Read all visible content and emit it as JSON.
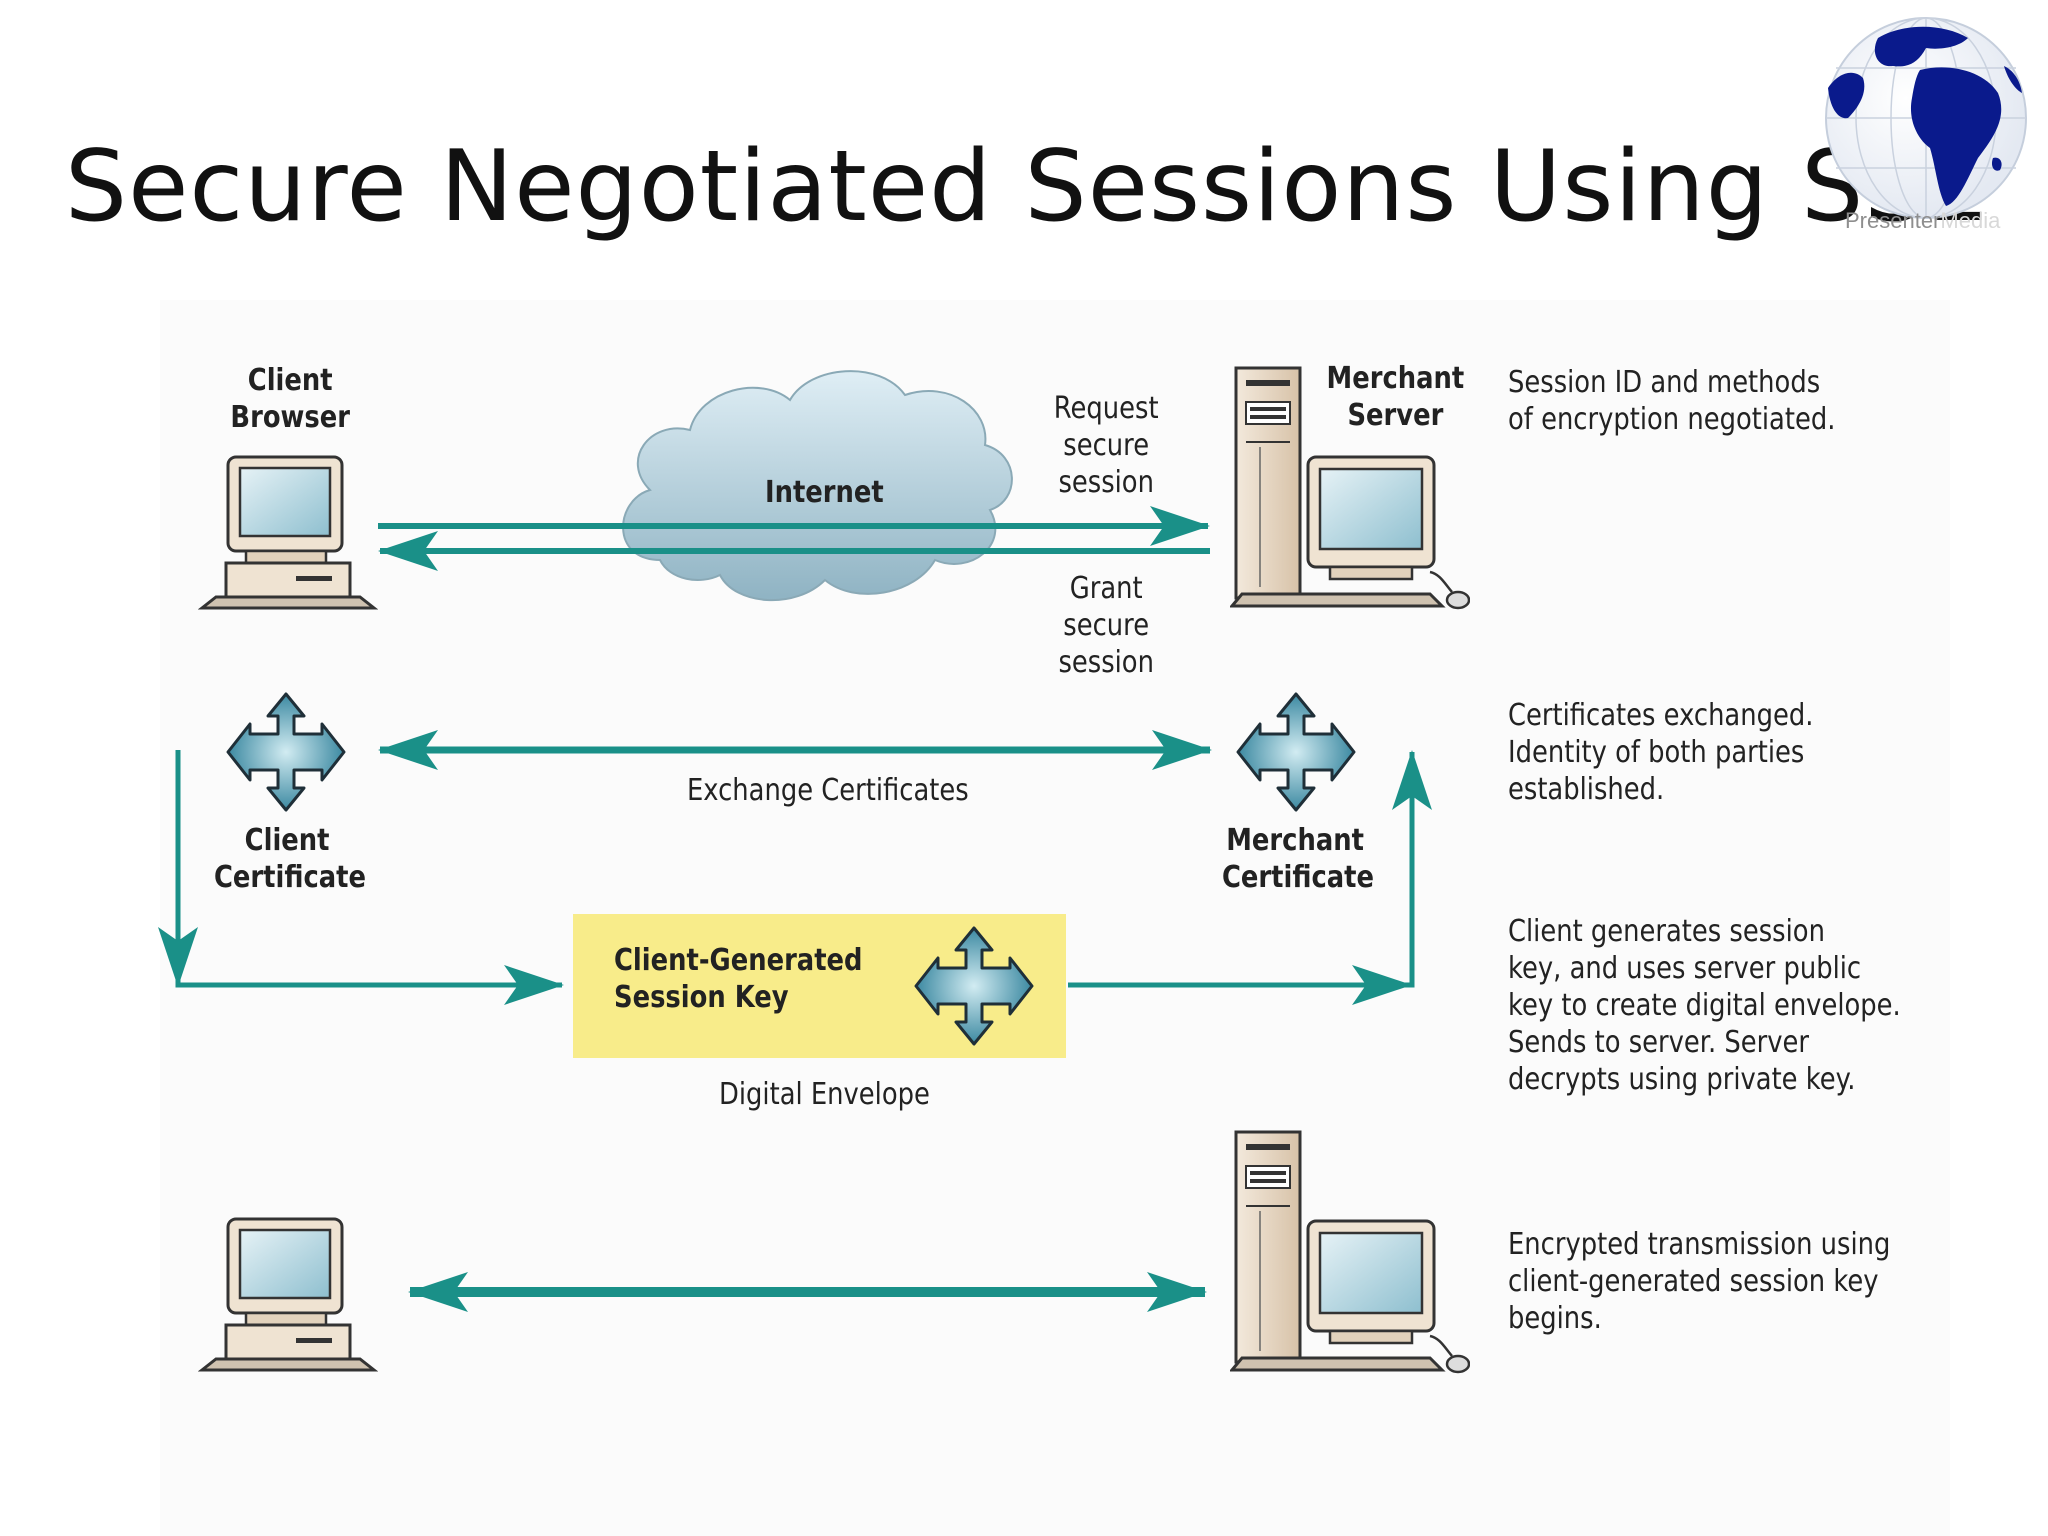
{
  "slide": {
    "title": "Secure Negotiated Sessions Using SSL"
  },
  "logo": {
    "brand_prefix": "Presenter",
    "brand_suffix": "Media",
    "icon": "globe-icon"
  },
  "diagram": {
    "client_browser_label": "Client\nBrowser",
    "internet_label": "Internet",
    "request_label": "Request\nsecure\nsession",
    "grant_label": "Grant\nsecure\nsession",
    "merchant_server_label": "Merchant\nServer",
    "exchange_label": "Exchange Certificates",
    "client_certificate_label": "Client\nCertificate",
    "merchant_certificate_label": "Merchant\nCertificate",
    "session_key_label": "Client-Generated\nSession Key",
    "digital_envelope_label": "Digital Envelope",
    "colors": {
      "arrow": "#1a9088",
      "envelope": "#f8ec8a",
      "cloud": "#b4d3e0",
      "cert_icon": "#4f9bb3"
    }
  },
  "steps": [
    {
      "note": "Session ID and methods\nof encryption negotiated."
    },
    {
      "note": "Certificates exchanged.\nIdentity of both parties\nestablished."
    },
    {
      "note": "Client generates session\nkey, and uses server public\nkey to create digital envelope.\nSends to server.  Server\ndecrypts using private key."
    },
    {
      "note": "Encrypted transmission using\nclient-generated session key\nbegins."
    }
  ]
}
